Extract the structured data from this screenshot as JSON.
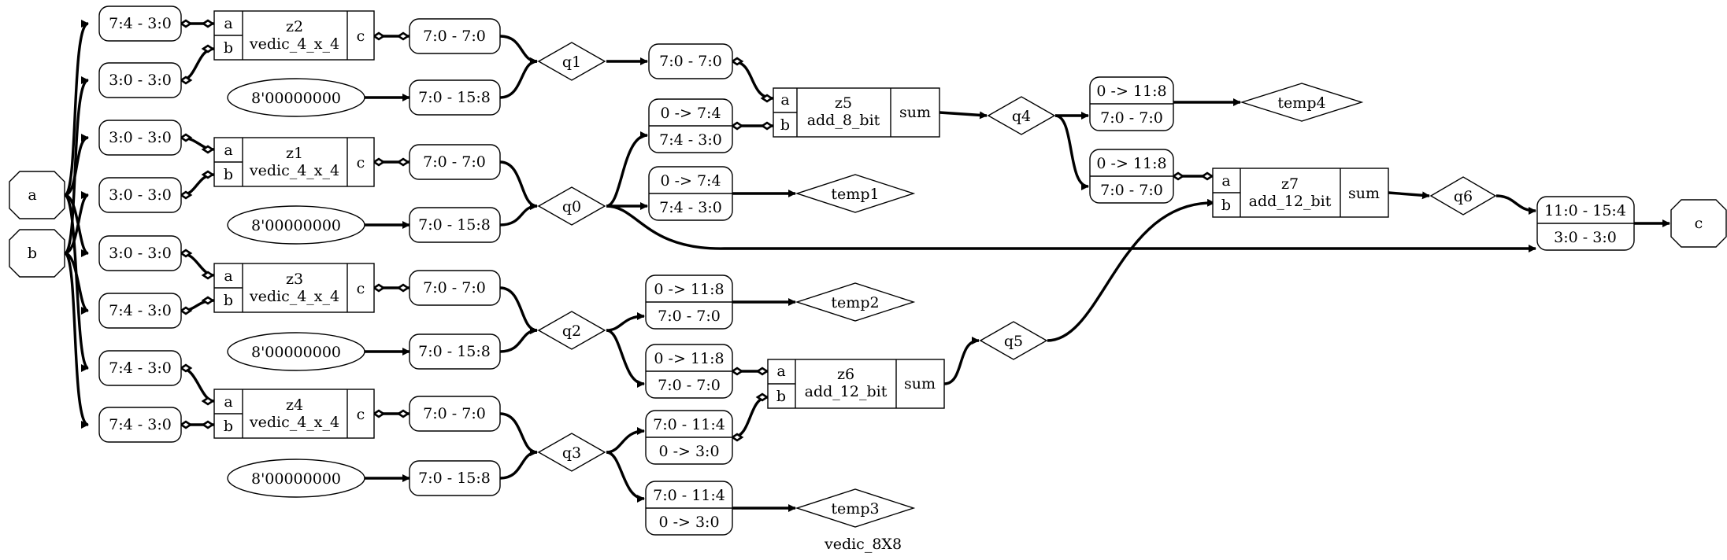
{
  "title": "vedic_8X8",
  "ports": {
    "a": "a",
    "b": "b",
    "c": "c"
  },
  "slices": {
    "s_a_hi_z2": "7:4 - 3:0",
    "s_b_lo_z2": "3:0 - 3:0",
    "s_a_lo_z1": "3:0 - 3:0",
    "s_b_lo_z1": "3:0 - 3:0",
    "s_a_lo_z3": "3:0 - 3:0",
    "s_b_hi_z3": "7:4 - 3:0",
    "s_a_hi_z4": "7:4 - 3:0",
    "s_b_hi_z4": "7:4 - 3:0",
    "s_q1_c": "7:0 - 7:0",
    "s_q1_k": "7:0 - 15:8",
    "s_q0_c": "7:0 - 7:0",
    "s_q0_k": "7:0 - 15:8",
    "s_q2_c": "7:0 - 7:0",
    "s_q2_k": "7:0 - 15:8",
    "s_q3_c": "7:0 - 7:0",
    "s_q3_k": "7:0 - 15:8",
    "s_z5a": "7:0 - 7:0"
  },
  "split_slices": {
    "z5b": [
      "0 -> 7:4",
      "7:4 - 3:0"
    ],
    "temp1": [
      "0 -> 7:4",
      "7:4 - 3:0"
    ],
    "temp4": [
      "0 -> 11:8",
      "7:0 - 7:0"
    ],
    "z7a": [
      "0 -> 11:8",
      "7:0 - 7:0"
    ],
    "temp2": [
      "0 -> 11:8",
      "7:0 - 7:0"
    ],
    "z6a": [
      "0 -> 11:8",
      "7:0 - 7:0"
    ],
    "z6b": [
      "7:0 - 11:4",
      "0 -> 3:0"
    ],
    "temp3": [
      "7:0 - 11:4",
      "0 -> 3:0"
    ],
    "cout": [
      "11:0 - 15:4",
      "3:0 - 3:0"
    ]
  },
  "constants": {
    "k1": "8'00000000",
    "k0": "8'00000000",
    "k2": "8'00000000",
    "k3": "8'00000000"
  },
  "wires": {
    "q0": "q0",
    "q1": "q1",
    "q2": "q2",
    "q3": "q3",
    "q4": "q4",
    "q5": "q5",
    "q6": "q6",
    "temp1": "temp1",
    "temp2": "temp2",
    "temp3": "temp3",
    "temp4": "temp4"
  },
  "cells": {
    "z2": {
      "in_a": "a",
      "in_b": "b",
      "name": "z2",
      "type": "vedic_4_x_4",
      "out": "c"
    },
    "z1": {
      "in_a": "a",
      "in_b": "b",
      "name": "z1",
      "type": "vedic_4_x_4",
      "out": "c"
    },
    "z3": {
      "in_a": "a",
      "in_b": "b",
      "name": "z3",
      "type": "vedic_4_x_4",
      "out": "c"
    },
    "z4": {
      "in_a": "a",
      "in_b": "b",
      "name": "z4",
      "type": "vedic_4_x_4",
      "out": "c"
    },
    "z5": {
      "in_a": "a",
      "in_b": "b",
      "name": "z5",
      "type": "add_8_bit",
      "out": "sum"
    },
    "z6": {
      "in_a": "a",
      "in_b": "b",
      "name": "z6",
      "type": "add_12_bit",
      "out": "sum"
    },
    "z7": {
      "in_a": "a",
      "in_b": "b",
      "name": "z7",
      "type": "add_12_bit",
      "out": "sum"
    }
  }
}
